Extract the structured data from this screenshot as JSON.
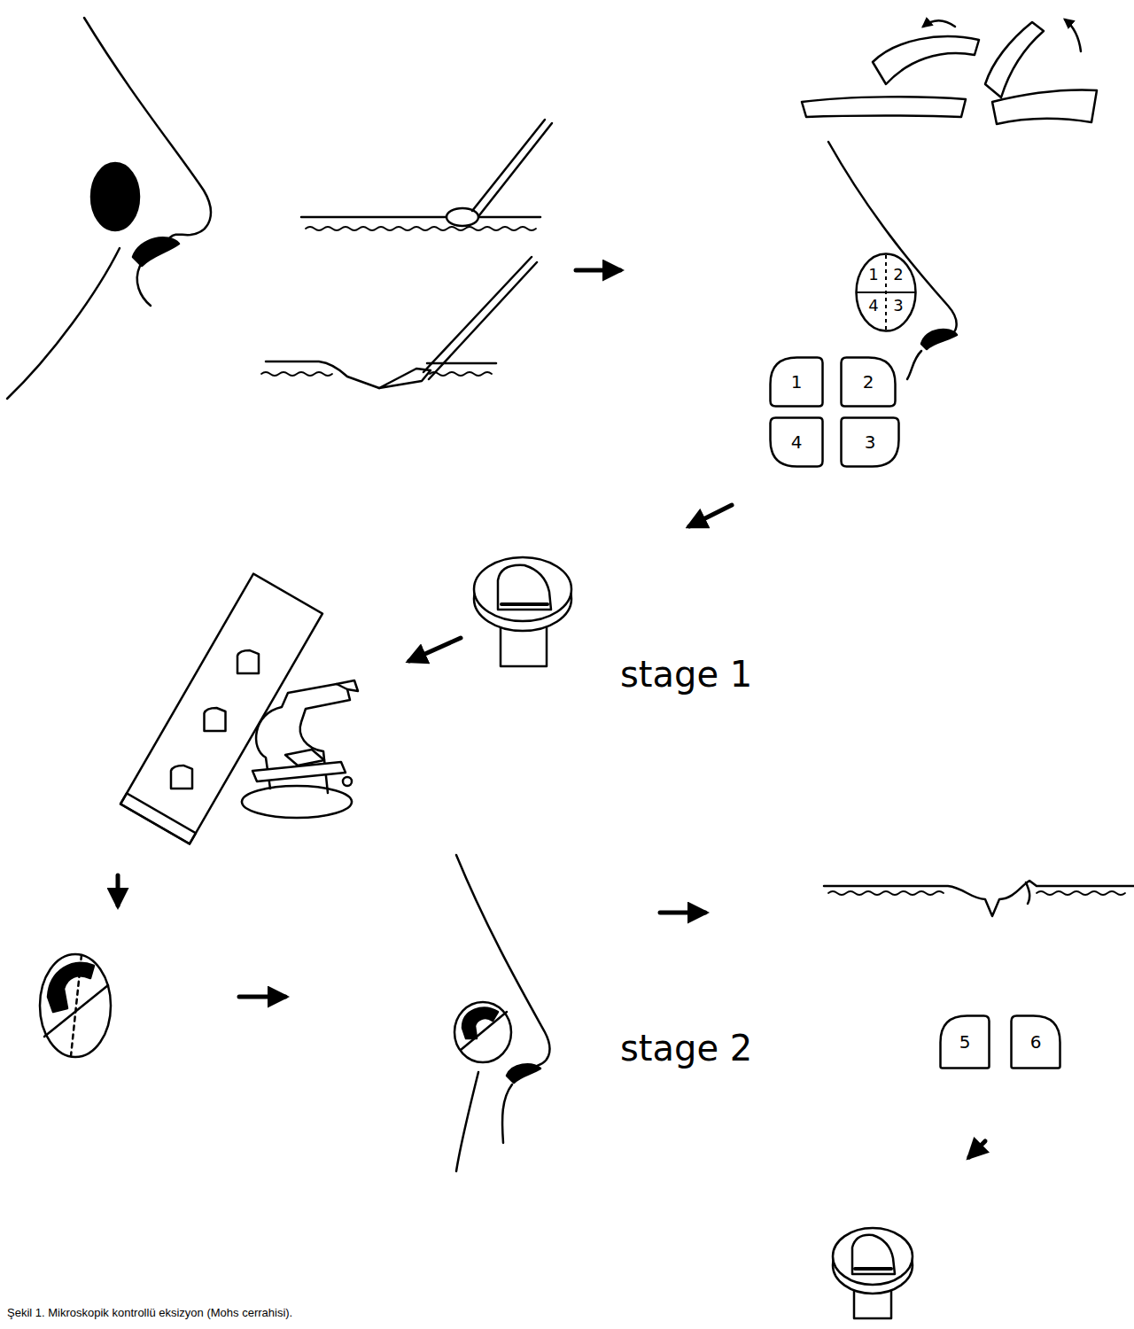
{
  "diagram": {
    "caption": "Şekil 1. Mikroskopik kontrollü eksizyon (Mohs cerrahisi).",
    "nodes": [
      {
        "text": [
          "1",
          "2",
          "4",
          "3"
        ]
      },
      {
        "text": [
          "1"
        ]
      },
      {
        "text": [
          "2"
        ]
      },
      {
        "text": [
          "4"
        ]
      },
      {
        "text": [
          "3"
        ]
      },
      {
        "text": [
          "5"
        ]
      },
      {
        "text": [
          "6"
        ]
      }
    ],
    "labels": [
      "stage 1",
      "stage 2"
    ]
  }
}
